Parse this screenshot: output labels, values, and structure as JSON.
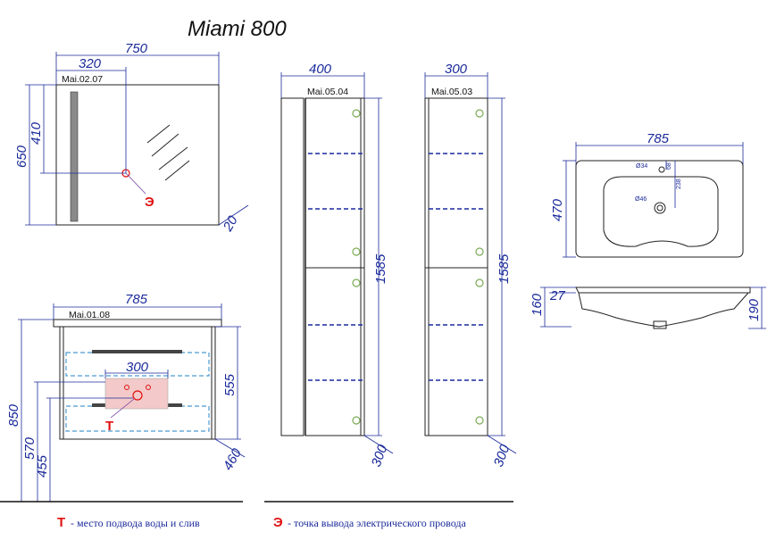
{
  "title": "Miami 800",
  "mirror": {
    "code": "Mai.02.07",
    "width": "750",
    "lamp_width": "320",
    "height": "650",
    "socket_height": "410",
    "depth": "20",
    "socket_mark": "Э"
  },
  "cabinet_400": {
    "code": "Mai.05.04",
    "width": "400",
    "height": "1585",
    "depth": "300"
  },
  "cabinet_300": {
    "code": "Mai.05.03",
    "width": "300",
    "height": "1585",
    "depth": "300"
  },
  "sink": {
    "width": "785",
    "depth": "470",
    "hole_top": "Ø34",
    "hole_drain": "Ø46",
    "dim_small_a": "68",
    "dim_small_b": "238",
    "rim": "27",
    "height_left": "160",
    "height_right": "190"
  },
  "vanity": {
    "code": "Mai.01.08",
    "width": "785",
    "inner_width": "300",
    "height": "850",
    "drawer_height": "555",
    "water_height": "570",
    "drain_height": "455",
    "depth": "460",
    "water_mark": "Т"
  },
  "legend": {
    "water_mark": "Т",
    "water_text": "- место подвода воды и слив",
    "electric_mark": "Э",
    "electric_text": "- точка вывода электрического провода"
  }
}
